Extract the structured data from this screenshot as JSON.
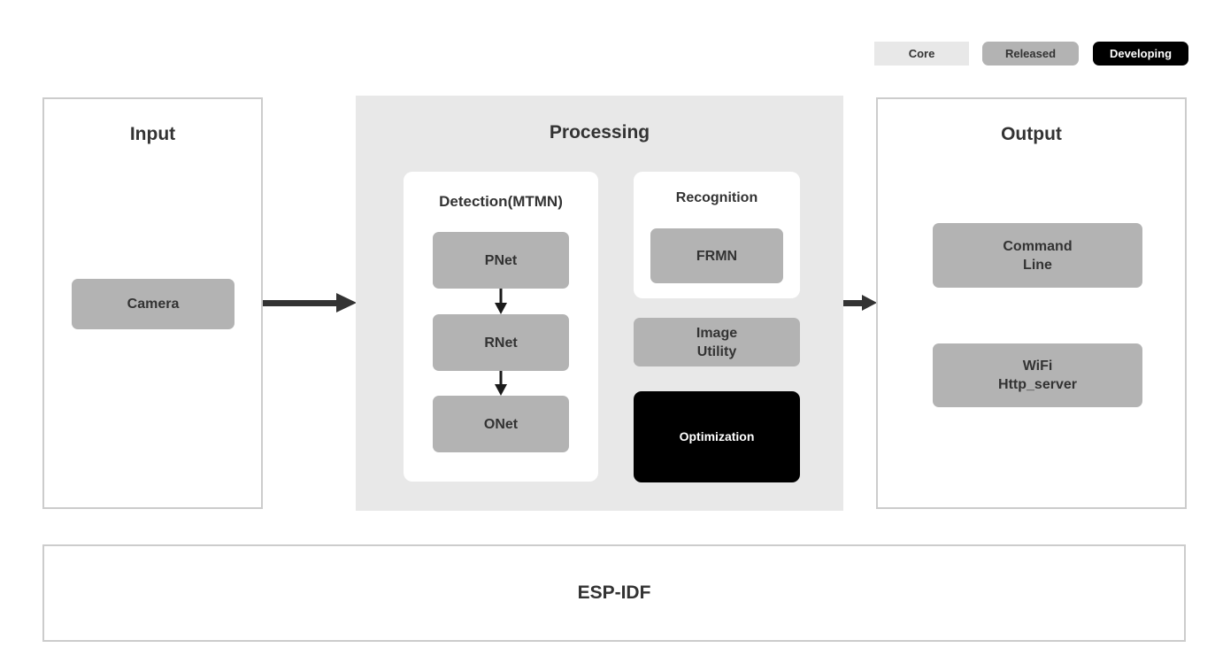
{
  "legend": {
    "items": [
      {
        "id": "core",
        "label": "Core"
      },
      {
        "id": "released",
        "label": "Released"
      },
      {
        "id": "developing",
        "label": "Developing"
      }
    ]
  },
  "diagram": {
    "input": {
      "title": "Input",
      "camera_label": "Camera"
    },
    "processing": {
      "title": "Processing",
      "detection": {
        "title": "Detection(MTMN)",
        "pnet_label": "PNet",
        "rnet_label": "RNet",
        "onet_label": "ONet"
      },
      "recognition": {
        "title": "Recognition",
        "frmn_label": "FRMN"
      },
      "image_utility_label": "Image\nUtility",
      "optimization_label": "Optimization"
    },
    "output": {
      "title": "Output",
      "command_line_label": "Command\nLine",
      "wifi_label": "WiFi\nHttp_server"
    },
    "foundation": {
      "title": "ESP-IDF"
    }
  },
  "colors": {
    "core_bg": "#e8e8e8",
    "released_bg": "#b3b3b3",
    "developing_bg": "#000000",
    "developing_text": "#ffffff",
    "processing_panel_bg": "#e8e8e8",
    "node_bg": "#b3b3b3",
    "optimization_bg": "#000000",
    "optimization_text": "#ffffff",
    "text": "#333333",
    "panel_border": "#cccccc",
    "arrow": "#333333",
    "page_bg": "#ffffff"
  }
}
